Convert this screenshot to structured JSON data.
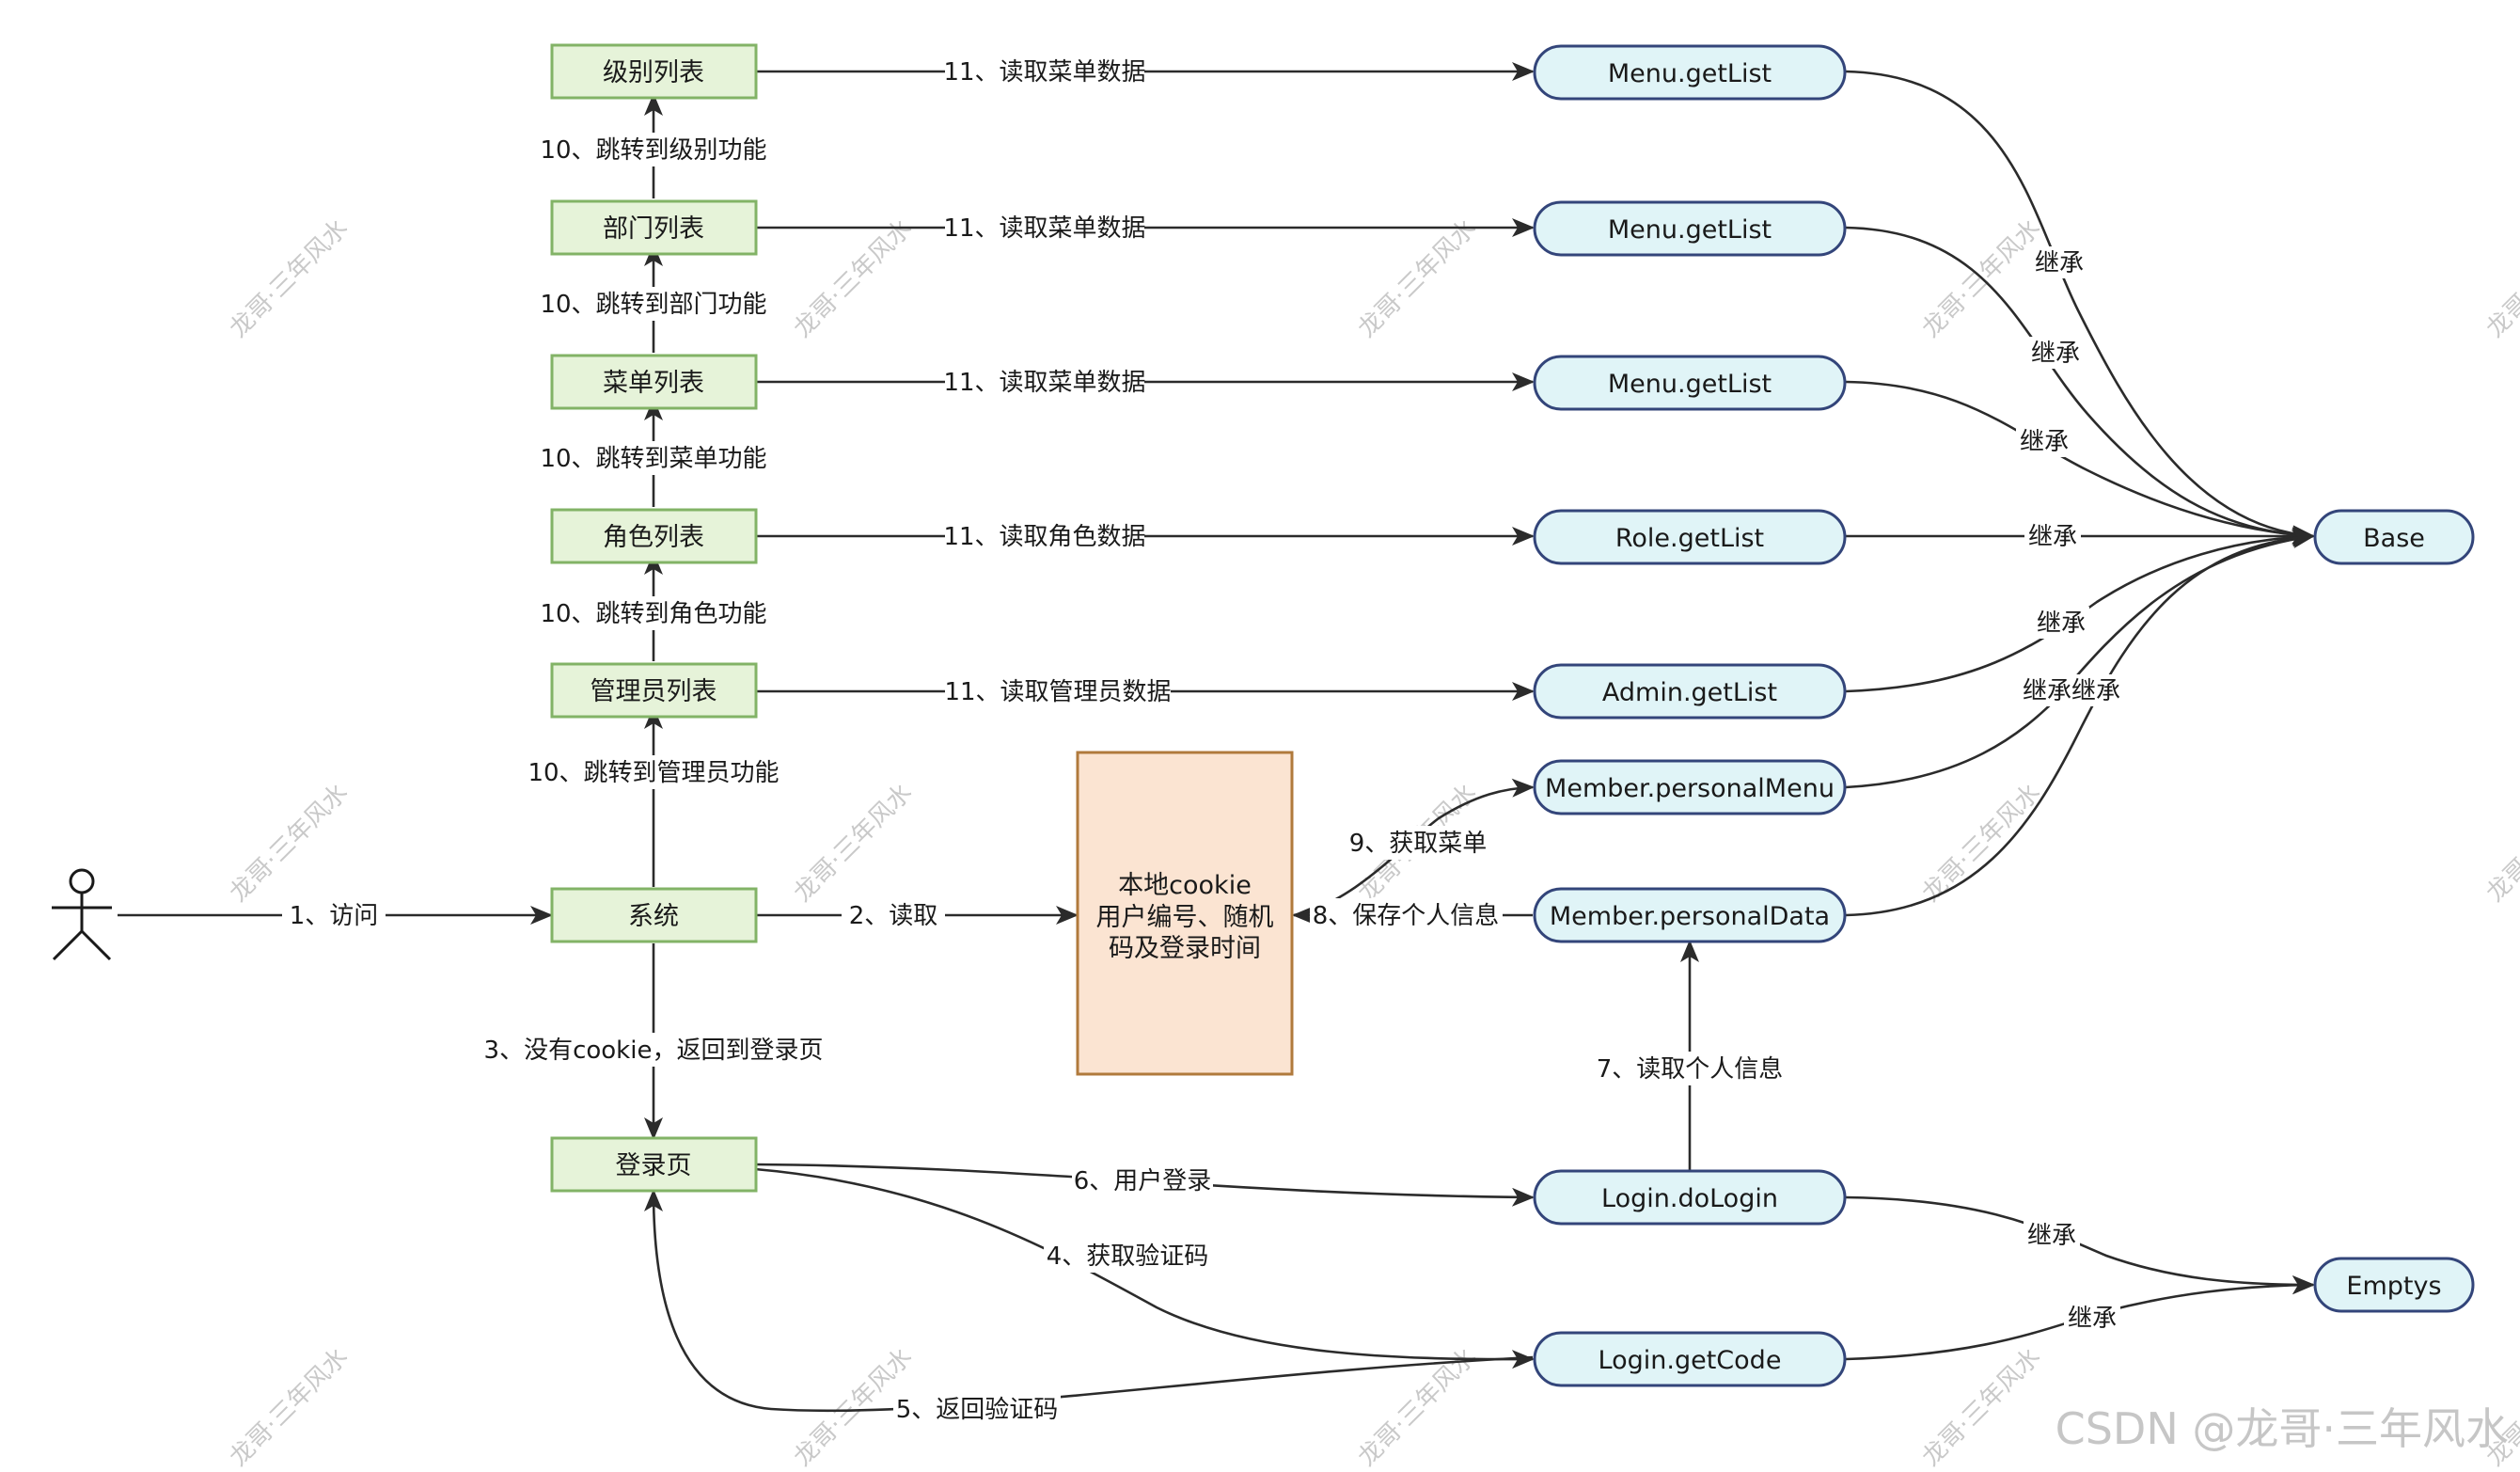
{
  "nodes": {
    "actor": "",
    "system": "系统",
    "login_page": "登录页",
    "cookie_lines": [
      "本地cookie",
      "用户编号、随机",
      "码及登录时间"
    ],
    "admin_list": "管理员列表",
    "role_list": "角色列表",
    "menu_list": "菜单列表",
    "dept_list": "部门列表",
    "level_list": "级别列表",
    "menu_getlist_1": "Menu.getList",
    "menu_getlist_2": "Menu.getList",
    "menu_getlist_3": "Menu.getList",
    "role_getlist": "Role.getList",
    "admin_getlist": "Admin.getList",
    "member_personal_menu": "Member.personalMenu",
    "member_personal_data": "Member.personalData",
    "login_dologin": "Login.doLogin",
    "login_getcode": "Login.getCode",
    "base": "Base",
    "emptys": "Emptys"
  },
  "edges": {
    "visit": "1、访问",
    "read_cookie": "2、读取",
    "no_cookie": "3、没有cookie，返回到登录页",
    "get_code": "4、获取验证码",
    "return_code": "5、返回验证码",
    "user_login": "6、用户登录",
    "read_personal": "7、读取个人信息",
    "save_personal": "8、保存个人信息",
    "get_menu": "9、获取菜单",
    "jump_admin": "10、跳转到管理员功能",
    "jump_role": "10、跳转到角色功能",
    "jump_menu": "10、跳转到菜单功能",
    "jump_dept": "10、跳转到部门功能",
    "jump_level": "10、跳转到级别功能",
    "read_menu_1": "11、读取菜单数据",
    "read_menu_2": "11、读取菜单数据",
    "read_menu_3": "11、读取菜单数据",
    "read_role": "11、读取角色数据",
    "read_admin": "11、读取管理员数据",
    "inherit_1": "继承",
    "inherit_2": "继承",
    "inherit_3": "继承",
    "inherit_4": "继承",
    "inherit_5": "继承",
    "inherit_6": "继承继承",
    "inherit_login": "继承",
    "inherit_getcode": "继承"
  },
  "watermark": {
    "text": "龙哥·三年风水",
    "brand": "CSDN @龙哥·三年风水"
  },
  "colors": {
    "green_fill": "#e6f3d9",
    "green_stroke": "#82b366",
    "blue_fill": "#e0f4f7",
    "blue_stroke": "#33457a",
    "orange_fill": "#fbe4d2",
    "orange_stroke": "#b07a3c",
    "edge": "#2b2b2b"
  }
}
